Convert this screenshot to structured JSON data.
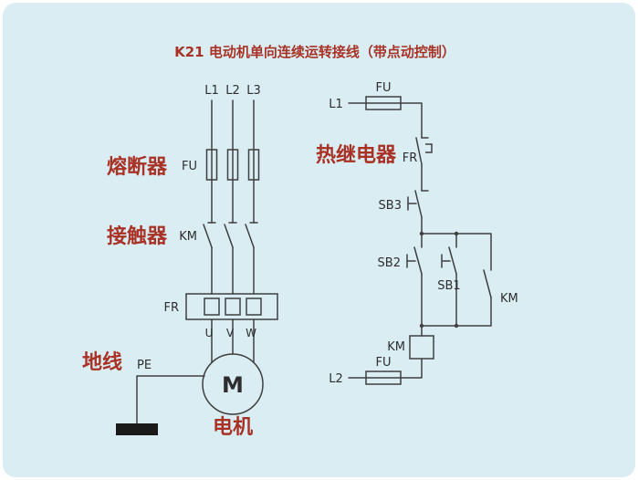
{
  "title": "K21 电动机单向连续运转接线（带点动控制）",
  "colors": {
    "background": "#d9edf2",
    "wire": "#3f3f3f",
    "accent_red": "#a93226",
    "ground_fill": "#1a1a1a"
  },
  "main_circuit": {
    "phases": [
      "L1",
      "L2",
      "L3"
    ],
    "fuse_cn": "熔断器",
    "fuse_ref": "FU",
    "contactor_cn": "接触器",
    "contactor_ref": "KM",
    "thermal_ref": "FR",
    "terminals": [
      "U",
      "V",
      "W"
    ],
    "motor_letter": "M",
    "motor_cn": "电机",
    "ground_cn": "地线",
    "ground_ref": "PE"
  },
  "control_circuit": {
    "supply_top": "L1",
    "supply_bottom": "L2",
    "fuse_top_ref": "FU",
    "fuse_bottom_ref": "FU",
    "thermal_cn": "热继电器",
    "thermal_ref": "FR",
    "stop_button_ref": "SB3",
    "start_button_ref": "SB2",
    "jog_button_ref": "SB1",
    "holding_contact_ref": "KM",
    "coil_ref": "KM"
  }
}
